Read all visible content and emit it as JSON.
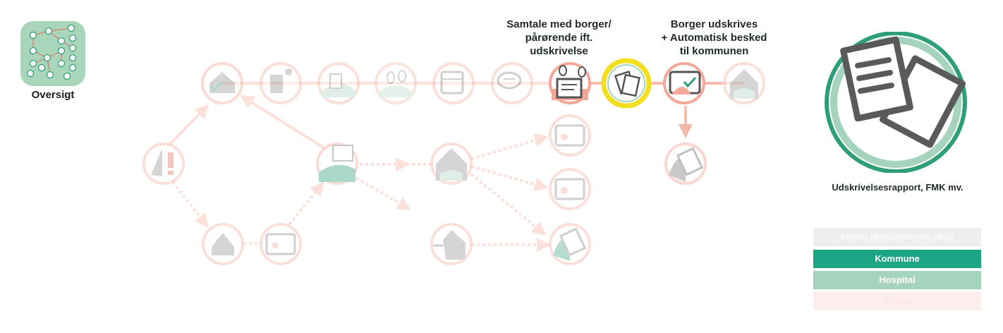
{
  "overview": {
    "label": "Oversigt",
    "icon": "network-map-icon"
  },
  "headers": {
    "samtale": "Samtale med borger/\npårørende ift.\nudskrivelse",
    "udskrives": "Borger  udskrives\n+ Automatisk besked\ntil kommunen"
  },
  "detail": {
    "label": "Udskrivelsesrapport, FMK mv.",
    "icon": "documents-stack-icon"
  },
  "legend": {
    "items": [
      {
        "label": "Almen praktiserende læge",
        "color": "#eeeeee"
      },
      {
        "label": "Kommune",
        "color": "#1ba584"
      },
      {
        "label": "Hospital",
        "color": "#a6d3bd"
      },
      {
        "label": "Tilbud",
        "color": "#fdeeee"
      }
    ]
  },
  "colors": {
    "accent_pink": "#f3a898",
    "selected_ring": "#f3df1f",
    "green_dark": "#2e9e78",
    "green_light": "#a6d3bd",
    "faded_ring": "#fbe1da"
  },
  "nodes": [
    {
      "id": "home-checklist",
      "icon": "house-checklist-icon",
      "state": "faded"
    },
    {
      "id": "hospital-people",
      "icon": "hospital-people-icon",
      "state": "faded"
    },
    {
      "id": "calculator-people",
      "icon": "calculator-icon",
      "state": "faded"
    },
    {
      "id": "patients-pair",
      "icon": "patients-icon",
      "state": "faded"
    },
    {
      "id": "calendar",
      "icon": "calendar-icon",
      "state": "faded"
    },
    {
      "id": "chat",
      "icon": "chat-bubbles-icon",
      "state": "faded"
    },
    {
      "id": "conversation",
      "icon": "conversation-icon",
      "state": "active"
    },
    {
      "id": "discharge-report",
      "icon": "documents-icon",
      "state": "selected"
    },
    {
      "id": "notify-municipality",
      "icon": "tablet-check-icon",
      "state": "active"
    },
    {
      "id": "home-return",
      "icon": "house-icon",
      "state": "faded"
    },
    {
      "id": "warning",
      "icon": "warning-person-icon",
      "state": "faded"
    },
    {
      "id": "doctor-consult",
      "icon": "doctor-icon",
      "state": "faded"
    },
    {
      "id": "ambulance",
      "icon": "ambulance-icon",
      "state": "faded"
    },
    {
      "id": "id-card",
      "icon": "id-card-icon",
      "state": "faded"
    },
    {
      "id": "home-care",
      "icon": "house-people-icon",
      "state": "faded"
    },
    {
      "id": "enter-home",
      "icon": "enter-house-icon",
      "state": "faded"
    },
    {
      "id": "card-a",
      "icon": "card-icon",
      "state": "faded"
    },
    {
      "id": "card-question",
      "icon": "card-question-icon",
      "state": "faded"
    },
    {
      "id": "document-person",
      "icon": "document-person-icon",
      "state": "faded"
    },
    {
      "id": "document-person-2",
      "icon": "document-person-icon",
      "state": "faded"
    }
  ]
}
